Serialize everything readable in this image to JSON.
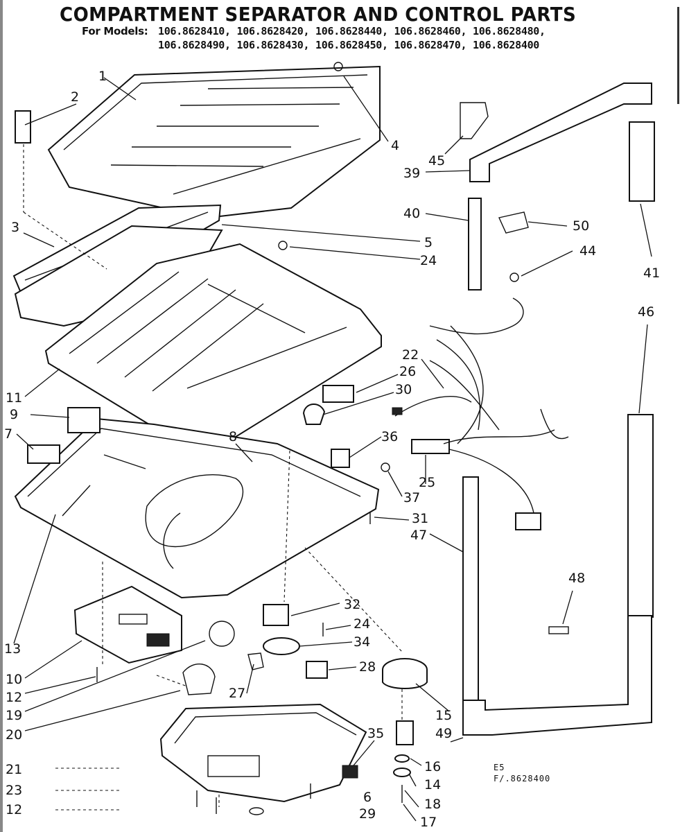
{
  "title": "COMPARTMENT SEPARATOR AND CONTROL PARTS",
  "models": {
    "label": "For Models:",
    "row1": "106.8628410,  106.8628420,  106.8628440,  106.8628460,  106.8628480,",
    "row2": "106.8628490,  106.8628430,  106.8628450,  106.8628470,  106.8628400"
  },
  "callouts": [
    "1",
    "2",
    "3",
    "4",
    "45",
    "39",
    "40",
    "50",
    "5",
    "24",
    "44",
    "41",
    "46",
    "22",
    "26",
    "30",
    "11",
    "9",
    "36",
    "7",
    "8",
    "25",
    "37",
    "31",
    "47",
    "13",
    "32",
    "24",
    "48",
    "34",
    "10",
    "28",
    "12",
    "27",
    "15",
    "19",
    "20",
    "35",
    "49",
    "16",
    "21",
    "14",
    "23",
    "18",
    "12",
    "6",
    "29",
    "17"
  ],
  "footnote": {
    "line1": "E5",
    "line2": "F/.8628400"
  }
}
